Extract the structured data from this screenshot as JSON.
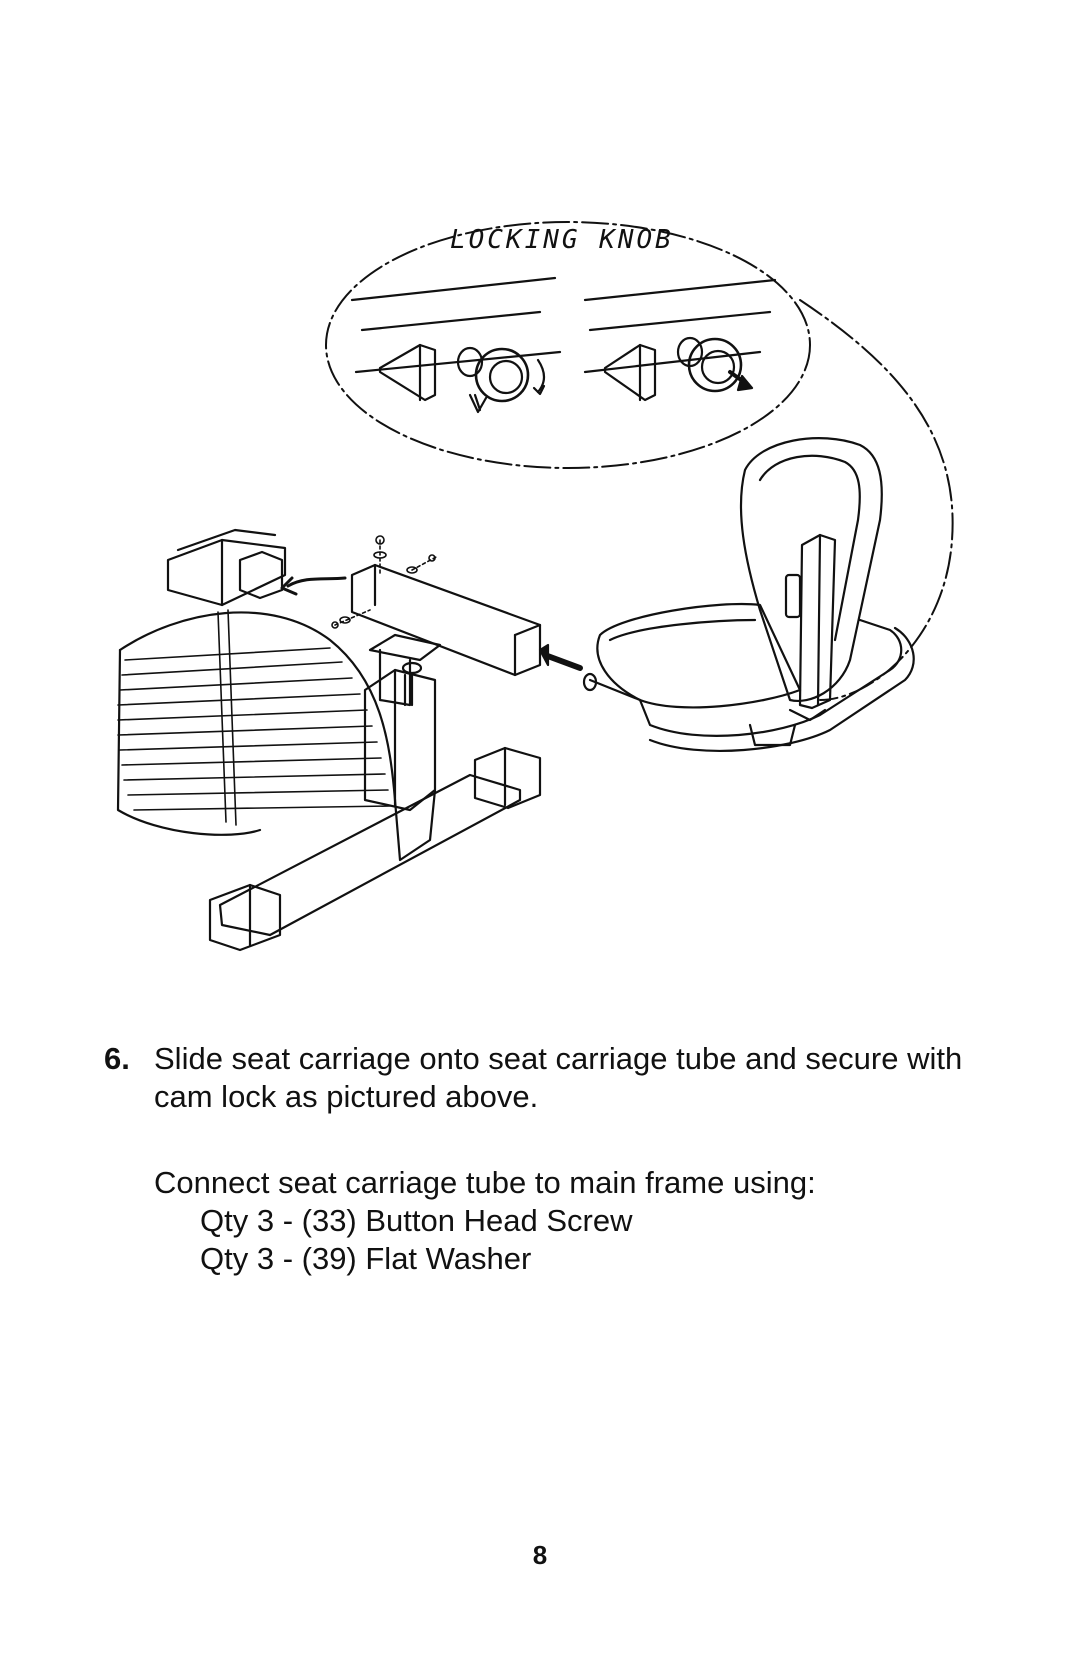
{
  "illustration": {
    "callout_label": "LOCKING KNOB"
  },
  "step": {
    "number": "6.",
    "instruction": "Slide seat carriage onto seat carriage tube and secure with cam lock as pictured above.",
    "connect_intro": "Connect seat carriage tube to main frame using:",
    "parts": [
      "Qty 3 - (33) Button Head Screw",
      "Qty 3 - (39) Flat Washer"
    ]
  },
  "page_number": "8"
}
